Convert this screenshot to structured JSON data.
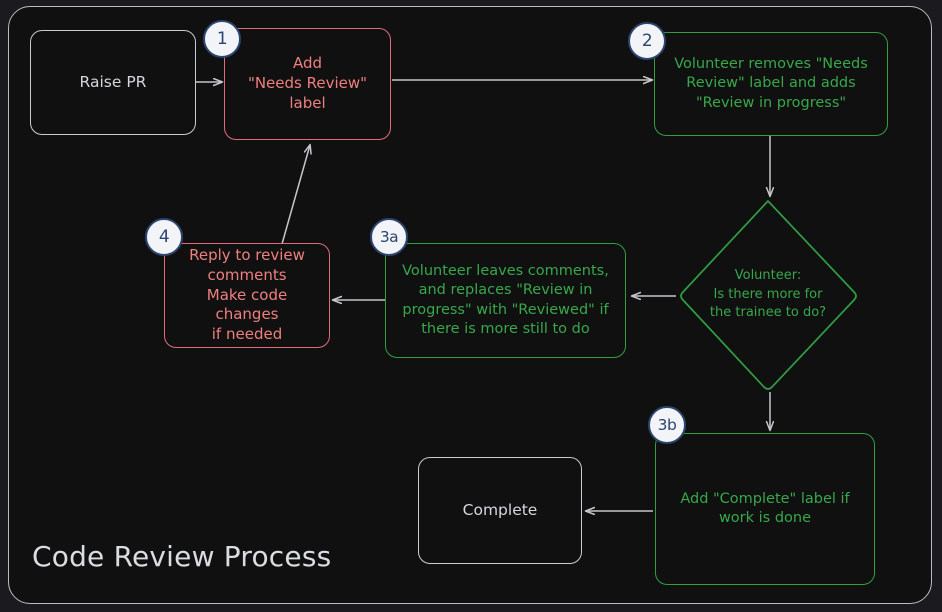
{
  "diagram": {
    "title": "Code Review Process",
    "type": "flowchart",
    "theme": {
      "page_background": "#1b1b1f",
      "container_background": "#101010",
      "container_border": "#b9bcc0",
      "plain_node_border": "#c9ccd1",
      "plain_node_text": "#d4d7dc",
      "red_node_border": "#e06c7b",
      "red_node_text": "#ef7f7f",
      "green_node_border": "#2f9e44",
      "green_node_text": "#37a84a",
      "badge_fill": "#f2f4f8",
      "badge_border": "#2b4570",
      "badge_text": "#2b4570",
      "edge_color": "#c3c6cb"
    },
    "nodes": [
      {
        "id": "raise-pr",
        "label": "Raise PR",
        "style": "plain",
        "badge": null
      },
      {
        "id": "add-needs-review",
        "label": "Add\n\"Needs Review\"\nlabel",
        "style": "red",
        "badge": "1"
      },
      {
        "id": "volunteer-removes",
        "label": "Volunteer removes \"Needs\nReview\" label and adds\n\"Review in progress\"",
        "style": "green",
        "badge": "2"
      },
      {
        "id": "decision-more-work",
        "label": "Volunteer:\nIs there more for\nthe trainee to do?",
        "style": "decision",
        "badge": null
      },
      {
        "id": "volunteer-leaves-comments",
        "label": "Volunteer leaves comments,\nand replaces \"Review in\nprogress\" with \"Reviewed\" if\nthere is more still to do",
        "style": "green",
        "badge": "3a"
      },
      {
        "id": "reply-to-review",
        "label": "Reply to review\ncomments\nMake code changes\nif needed",
        "style": "red",
        "badge": "4"
      },
      {
        "id": "add-complete-label",
        "label": "Add \"Complete\" label if\nwork is done",
        "style": "green",
        "badge": "3b"
      },
      {
        "id": "complete",
        "label": "Complete",
        "style": "plain",
        "badge": null
      }
    ],
    "edges": [
      {
        "from": "raise-pr",
        "to": "add-needs-review"
      },
      {
        "from": "add-needs-review",
        "to": "volunteer-removes"
      },
      {
        "from": "volunteer-removes",
        "to": "decision-more-work"
      },
      {
        "from": "decision-more-work",
        "to": "volunteer-leaves-comments"
      },
      {
        "from": "decision-more-work",
        "to": "add-complete-label"
      },
      {
        "from": "volunteer-leaves-comments",
        "to": "reply-to-review"
      },
      {
        "from": "reply-to-review",
        "to": "add-needs-review"
      },
      {
        "from": "add-complete-label",
        "to": "complete"
      }
    ]
  }
}
